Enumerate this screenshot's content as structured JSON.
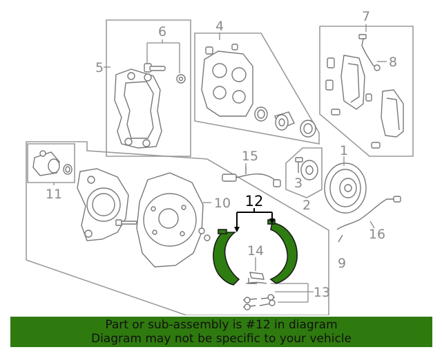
{
  "diagram": {
    "highlight_color": "#2e7d10",
    "callouts": [
      {
        "id": "c1",
        "text": "1"
      },
      {
        "id": "c2",
        "text": "2"
      },
      {
        "id": "c3",
        "text": "3"
      },
      {
        "id": "c4",
        "text": "4"
      },
      {
        "id": "c5",
        "text": "5"
      },
      {
        "id": "c6",
        "text": "6"
      },
      {
        "id": "c7",
        "text": "7"
      },
      {
        "id": "c8",
        "text": "8"
      },
      {
        "id": "c9",
        "text": "9"
      },
      {
        "id": "c10",
        "text": "10"
      },
      {
        "id": "c11",
        "text": "11"
      },
      {
        "id": "c12",
        "text": "12"
      },
      {
        "id": "c13",
        "text": "13"
      },
      {
        "id": "c14",
        "text": "14"
      },
      {
        "id": "c15",
        "text": "15"
      },
      {
        "id": "c16",
        "text": "16"
      }
    ]
  },
  "footer": {
    "line1": "Part or sub-assembly is #12 in diagram",
    "line2": "Diagram may not be specific to your vehicle",
    "background": "#2f7a0f"
  }
}
